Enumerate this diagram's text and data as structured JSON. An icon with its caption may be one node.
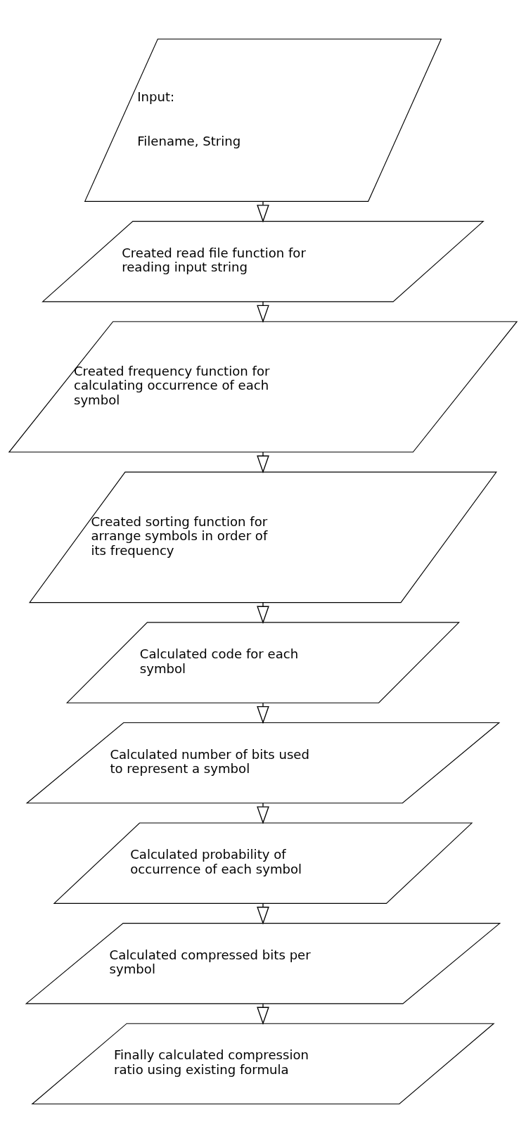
{
  "diagram": {
    "nodes": [
      {
        "text": [
          "Input:",
          "Filename, String"
        ]
      },
      {
        "text": [
          "Created read file function for reading input string"
        ]
      },
      {
        "text": [
          "Created frequency function for calculating occurrence of each symbol"
        ]
      },
      {
        "text": [
          "Created sorting function for arrange symbols in order of its frequency"
        ]
      },
      {
        "text": [
          "Calculated code for each symbol"
        ]
      },
      {
        "text": [
          "Calculated number of bits used to represent a symbol"
        ]
      },
      {
        "text": [
          "Calculated probability of occurrence of each symbol"
        ]
      },
      {
        "text": [
          "Calculated compressed bits per symbol"
        ]
      },
      {
        "text": [
          "Finally calculated compression ratio using existing formula"
        ]
      }
    ],
    "edges": [
      {
        "from": 0,
        "to": 1,
        "arrow": "to"
      },
      {
        "from": 1,
        "to": 2,
        "arrow": "to"
      },
      {
        "from": 2,
        "to": 3,
        "arrow": "to"
      },
      {
        "from": 3,
        "to": 4,
        "arrow": "to"
      },
      {
        "from": 4,
        "to": 5,
        "arrow": "to"
      },
      {
        "from": 5,
        "to": 6,
        "arrow": "to"
      },
      {
        "from": 6,
        "to": 7,
        "arrow": "to"
      },
      {
        "from": 7,
        "to": 8,
        "arrow": "to"
      }
    ]
  }
}
